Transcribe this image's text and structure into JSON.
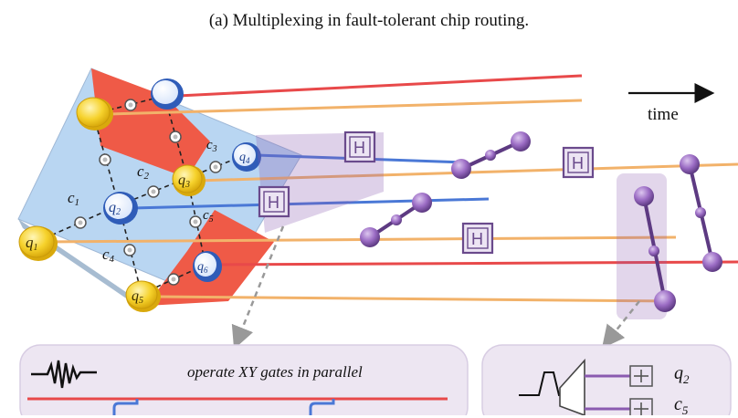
{
  "title": "(a) Multiplexing in fault-tolerant chip routing.",
  "time_label": "time",
  "qubits": {
    "q1": "q",
    "q1_sub": "1",
    "q2": "q",
    "q2_sub": "2",
    "q3": "q",
    "q3_sub": "3",
    "q4": "q",
    "q4_sub": "4",
    "q5": "q",
    "q5_sub": "5",
    "q6": "q",
    "q6_sub": "6"
  },
  "couplers": {
    "c1": "c",
    "c1_sub": "1",
    "c2": "c",
    "c2_sub": "2",
    "c3": "c",
    "c3_sub": "3",
    "c4": "c",
    "c4_sub": "4",
    "c5": "c",
    "c5_sub": "5"
  },
  "gate_label": "H",
  "panel_left": {
    "caption": "operate XY gates in parallel"
  },
  "panel_right": {
    "q2": "q",
    "q2_sub": "2",
    "c5": "c",
    "c5_sub": "5"
  },
  "colors": {
    "red_line": "#e8494a",
    "orange_line": "#f2b26a",
    "blue_line": "#4a78d6",
    "chip_blue": "#b9d6f2",
    "chip_red": "#ef5a47",
    "yellow_qubit": "#f6d22c",
    "blue_qubit": "#3f6fd1",
    "purple": "#8a5bb0",
    "purple_soft": "#d9c8e6"
  }
}
